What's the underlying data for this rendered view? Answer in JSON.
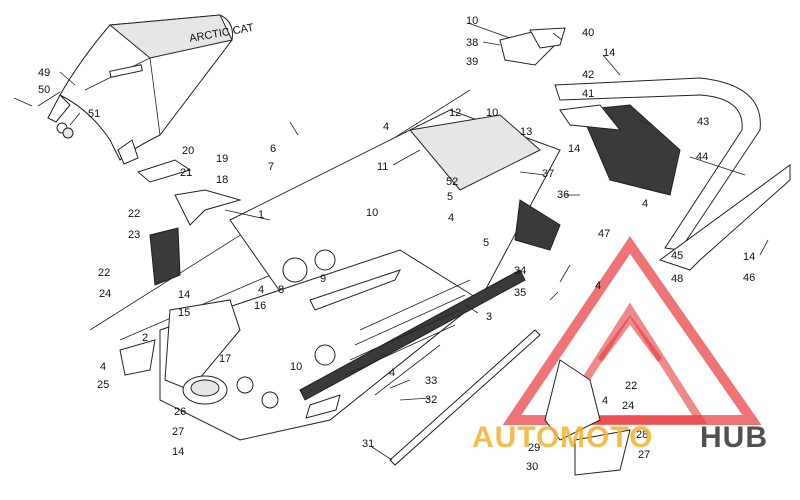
{
  "callouts": [
    "1",
    "2",
    "3",
    "4",
    "4",
    "4",
    "4",
    "4",
    "4",
    "4",
    "4",
    "5",
    "5",
    "6",
    "7",
    "8",
    "9",
    "10",
    "10",
    "10",
    "10",
    "11",
    "12",
    "13",
    "14",
    "14",
    "14",
    "14",
    "14",
    "15",
    "16",
    "17",
    "18",
    "19",
    "20",
    "21",
    "22",
    "22",
    "22",
    "23",
    "24",
    "24",
    "25",
    "26",
    "27",
    "27",
    "28",
    "29",
    "30",
    "31",
    "32",
    "33",
    "34",
    "35",
    "36",
    "37",
    "38",
    "39",
    "40",
    "41",
    "42",
    "43",
    "44",
    "45",
    "46",
    "47",
    "48",
    "49",
    "50",
    "51",
    "52"
  ],
  "watermark": {
    "text_a": "AUTO",
    "text_b": "MOTO",
    "text_c": "HUB",
    "color_red": "#e8383a",
    "color_yellow": "#f3b229",
    "color_dark": "#333333"
  },
  "seat_badge": "ARCTIC CAT"
}
